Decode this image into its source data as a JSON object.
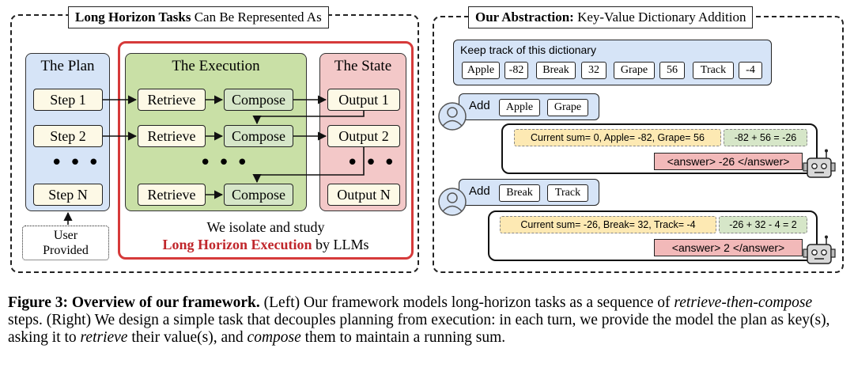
{
  "left": {
    "title_bold": "Long Horizon Tasks",
    "title_rest": " Can Be Represented As",
    "plan": {
      "header": "The Plan",
      "steps": [
        "Step 1",
        "Step 2",
        "Step N"
      ],
      "dots": "•••",
      "user_provided_line1": "User",
      "user_provided_line2": "Provided"
    },
    "execution": {
      "header": "The Execution",
      "retrieve": "Retrieve",
      "compose": "Compose",
      "dots": "•••"
    },
    "state": {
      "header": "The State",
      "outputs": [
        "Output 1",
        "Output 2",
        "Output N"
      ],
      "dots": "•••"
    },
    "isolate_line1": "We isolate and study",
    "isolate_bold": "Long Horizon Execution",
    "isolate_rest": " by LLMs",
    "colors": {
      "plan": "#d6e4f7",
      "execution": "#c9e0a6",
      "state": "#f3c8c8",
      "red_frame": "#d63a3a",
      "bold_red": "#c0262b"
    }
  },
  "right": {
    "title_bold": "Our Abstraction:",
    "title_rest": " Key-Value Dictionary Addition",
    "dict": {
      "label": "Keep track of this dictionary",
      "entries": [
        {
          "key": "Apple",
          "value": "-82"
        },
        {
          "key": "Break",
          "value": "32"
        },
        {
          "key": "Grape",
          "value": "56"
        },
        {
          "key": "Track",
          "value": "-4"
        }
      ]
    },
    "turns": [
      {
        "add_label": "Add",
        "keys": [
          "Apple",
          "Grape"
        ],
        "state_note": "Current sum= 0, Apple= -82, Grape= 56",
        "compute_note": "-82 + 56 = -26",
        "answer": "<answer> -26 </answer>"
      },
      {
        "add_label": "Add",
        "keys": [
          "Break",
          "Track"
        ],
        "state_note": "Current sum= -26, Break= 32, Track= -4",
        "compute_note": "-26 + 32 - 4 = 2",
        "answer": "<answer> 2 </answer>"
      }
    ],
    "colors": {
      "user_bubble": "#d6e4f7",
      "note_yellow": "#fde9b3",
      "note_green": "#d6e6c8",
      "answer": "#f2b9b9"
    }
  },
  "caption": {
    "label": "Figure 3: Overview of our framework.",
    "p1": " (Left) Our framework models long-horizon tasks as a sequence of",
    "italic1": "retrieve-then-compose",
    "p2": " steps. (Right) We design a simple task that decouples planning from execution: in each turn, we provide the model the plan as key(s), asking it to ",
    "italic2": "retrieve",
    "p3": " their value(s), and ",
    "italic3": "compose",
    "p4": " them to maintain a running sum."
  }
}
